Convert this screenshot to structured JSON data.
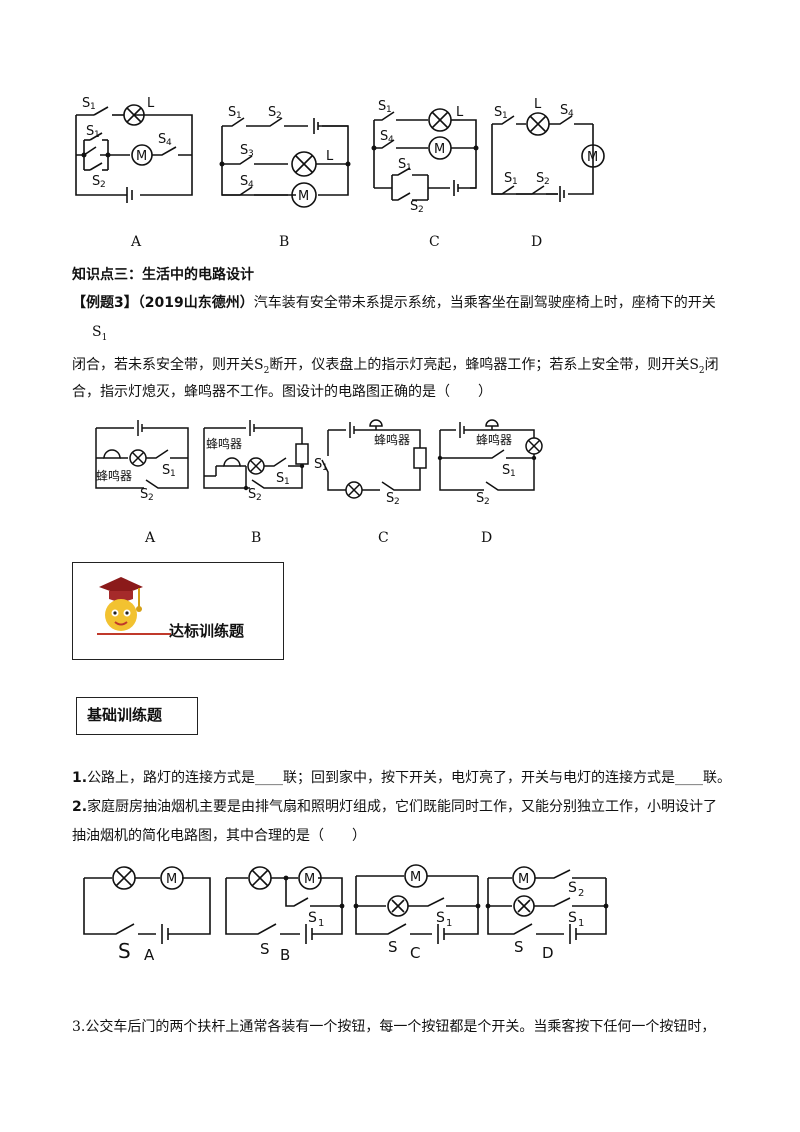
{
  "row1_labels": [
    "A",
    "B",
    "C",
    "D"
  ],
  "section3_heading": "知识点三：生活中的电路设计",
  "example3": {
    "tag": "【例题3】",
    "source": "（2019山东德州）",
    "line1_text": "汽车装有安全带未系提示系统，当乘客坐在副驾驶座椅上时，座椅下的开关",
    "s1_line": "S",
    "s1_sub": "1",
    "line2_a": "闭合，若未系安全带，则开关S",
    "line2_sub": "2",
    "line2_b": "断开，仪表盘上的指示灯亮起，蜂鸣器工作；若系上安全带，则开关S",
    "line2_sub2": "2",
    "line2_c": "闭",
    "line3": "合，指示灯熄灭，蜂鸣器不工作。图设计的电路图正确的是（　　）"
  },
  "row2_labels": [
    "A",
    "B",
    "C",
    "D"
  ],
  "buzzer_text": "蜂鸣器",
  "banner_text": "达标训练题",
  "basic_box_text": "基础训练题",
  "q1": {
    "num": "1.",
    "text": "公路上，路灯的连接方式是____联；回到家中，按下开关，电灯亮了，开关与电灯的连接方式是____联。"
  },
  "q2": {
    "num": "2.",
    "line1": "家庭厨房抽油烟机主要是由排气扇和照明灯组成，它们既能同时工作，又能分别独立工作，小明设计了",
    "line2": "抽油烟机的简化电路图，其中合理的是（　　）"
  },
  "row3_labels": [
    "A",
    "B",
    "C",
    "D"
  ],
  "q3": {
    "text": "3.公交车后门的两个扶杆上通常各装有一个按钮，每一个按钮都是个开关。当乘客按下任何一个按钮时，"
  },
  "symbols": {
    "lamp": "L",
    "motor": "M",
    "switch": "S",
    "s1": "S",
    "s2": "S",
    "s3": "S",
    "s4": "S",
    "one": "1",
    "two": "2",
    "three": "3",
    "four": "4"
  }
}
